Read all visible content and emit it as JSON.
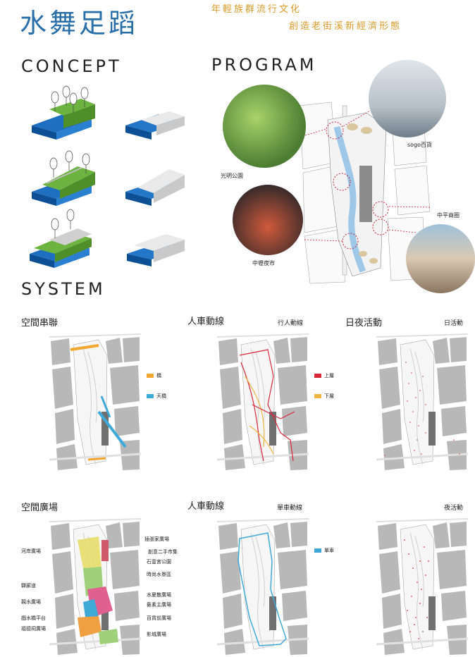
{
  "header": {
    "title": "水舞足蹈",
    "subtitle_line1": "年輕族群流行文化",
    "subtitle_line2": "創造老街溪新經濟形態"
  },
  "sections": {
    "concept": "CONCEPT",
    "program": "PROGRAM",
    "system": "SYSTEM"
  },
  "program": {
    "labels": {
      "park": "光明公園",
      "sogo": "sogo百貨",
      "market": "中壢夜市",
      "shopping": "中平商圈"
    }
  },
  "system": {
    "panel1": {
      "title": "空間串聯",
      "legend": [
        "橋",
        "天橋"
      ]
    },
    "panel2": {
      "title": "人車動線",
      "subtitle": "行人動線",
      "legend": [
        "上層",
        "下層"
      ]
    },
    "panel3": {
      "title": "日夜活動",
      "subtitle": "日活動"
    },
    "panel4": {
      "title": "空間廣場",
      "labels_left": [
        "河岸廣場",
        "驛廊道",
        "親水廣場",
        "戲水橋平台",
        "福德祠廣場"
      ],
      "labels_right": [
        "插張家廣場",
        "創意二手市集",
        "石壹宮公園",
        "時尚水景區",
        "水夏散廣場",
        "藝素主廣場",
        "百貨前廣場",
        "影城廣場"
      ]
    },
    "panel5": {
      "title": "人車動線",
      "subtitle": "單車動線",
      "legend": [
        "單車"
      ]
    },
    "panel6": {
      "subtitle": "夜活動"
    }
  },
  "colors": {
    "accent_blue": "#2a6fa8",
    "gold": "#d79a2a",
    "bridge_orange": "#f0a830",
    "skybridge_blue": "#3fa9d8",
    "upper_red": "#d8283c",
    "lower_yellow": "#f0b440",
    "bike_blue": "#3fa9d8",
    "grass_green": "#6cb33f",
    "water_blue": "#1f6fc0"
  }
}
